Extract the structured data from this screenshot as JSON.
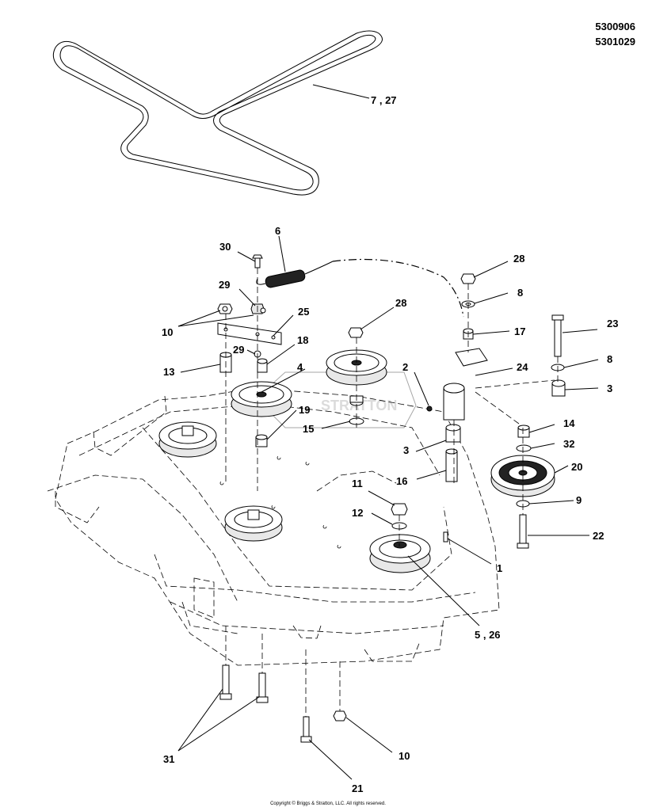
{
  "part_numbers": [
    "5300906",
    "5301029"
  ],
  "copyright": "Copyright © Briggs & Stratton, LLC. All rights reserved.",
  "watermark": "STRATTON",
  "callouts": [
    {
      "label": "7 , 27"
    },
    {
      "label": "6"
    },
    {
      "label": "30"
    },
    {
      "label": "29"
    },
    {
      "label": "10"
    },
    {
      "label": "25"
    },
    {
      "label": "29"
    },
    {
      "label": "18"
    },
    {
      "label": "13"
    },
    {
      "label": "4"
    },
    {
      "label": "28"
    },
    {
      "label": "19"
    },
    {
      "label": "15"
    },
    {
      "label": "28"
    },
    {
      "label": "8"
    },
    {
      "label": "17"
    },
    {
      "label": "23"
    },
    {
      "label": "2"
    },
    {
      "label": "24"
    },
    {
      "label": "8"
    },
    {
      "label": "3"
    },
    {
      "label": "14"
    },
    {
      "label": "3"
    },
    {
      "label": "32"
    },
    {
      "label": "16"
    },
    {
      "label": "20"
    },
    {
      "label": "11"
    },
    {
      "label": "12"
    },
    {
      "label": "9"
    },
    {
      "label": "22"
    },
    {
      "label": "1"
    },
    {
      "label": "5 , 26"
    },
    {
      "label": "31"
    },
    {
      "label": "10"
    },
    {
      "label": "21"
    }
  ]
}
